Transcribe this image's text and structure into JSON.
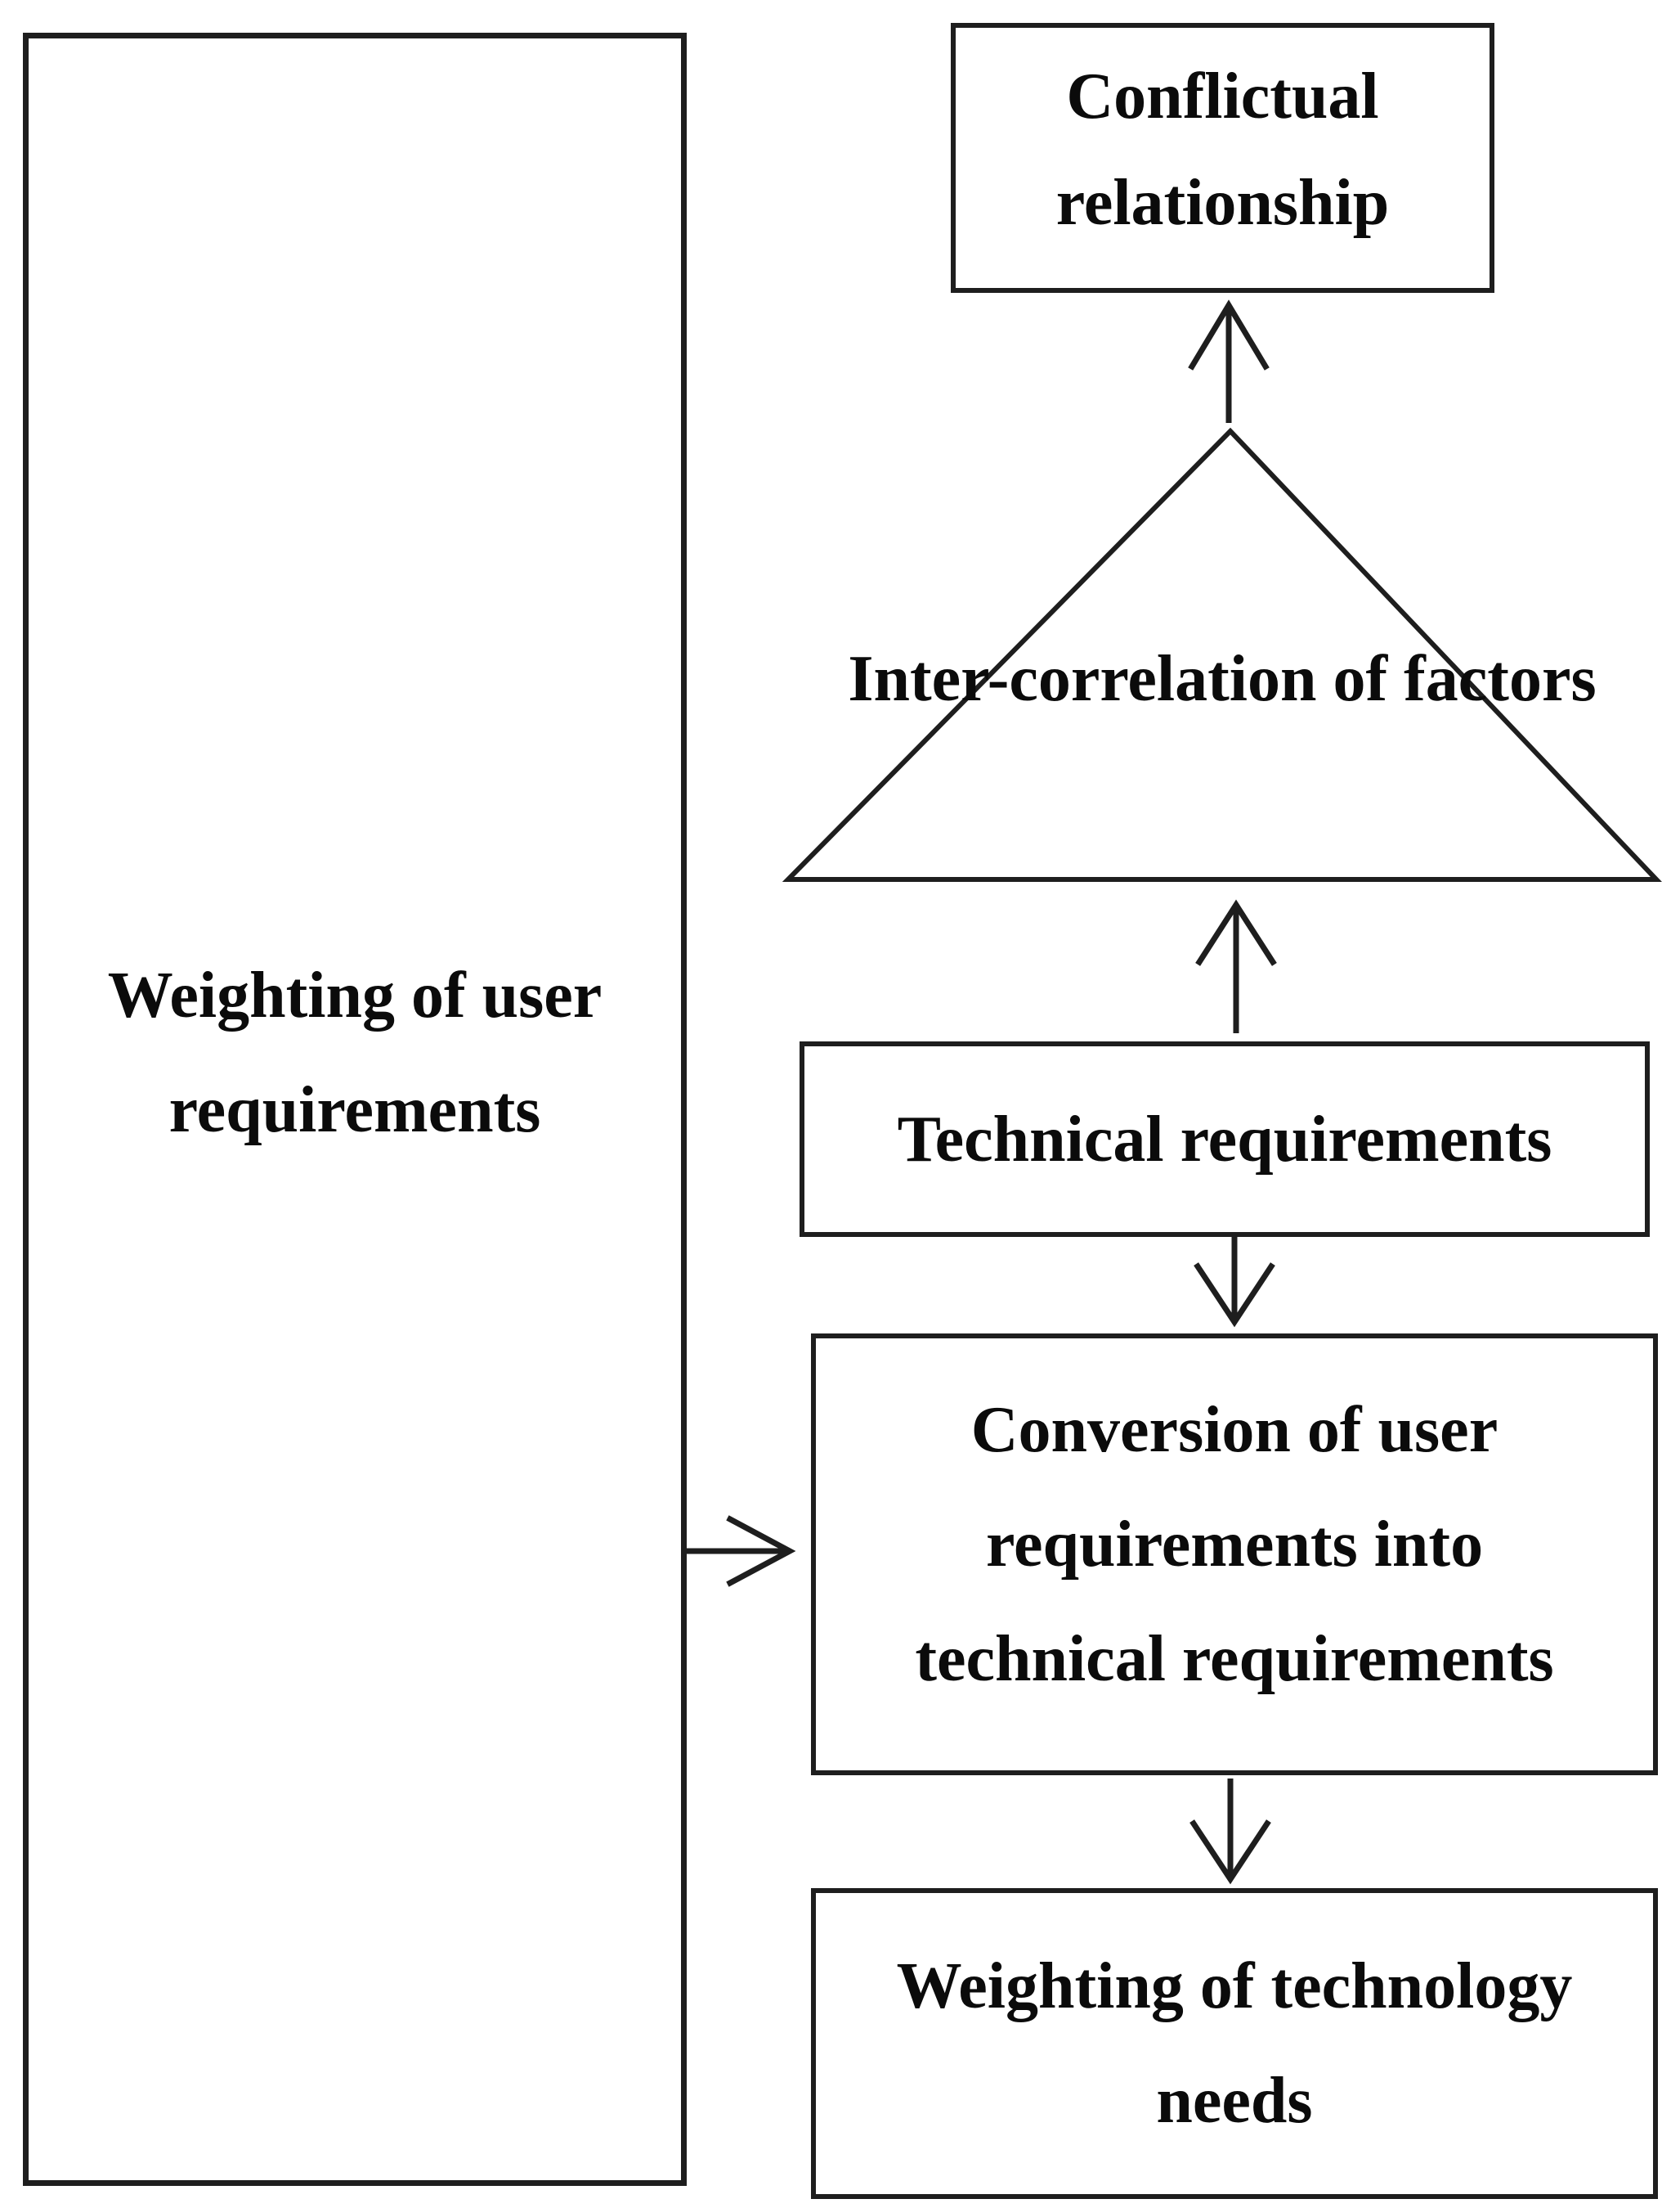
{
  "colors": {
    "line": "#1e1e1e",
    "text": "#0b0b0b",
    "background": "#ffffff"
  },
  "left_panel": {
    "line1": "Weighting of user",
    "line2": "requirements"
  },
  "conflictual": {
    "line1": "Conflictual",
    "line2": "relationship"
  },
  "correlation_triangle": {
    "line1": "Inter-correlation",
    "line2": "of factors"
  },
  "technical": {
    "line1": "Technical requirements"
  },
  "conversion": {
    "line1": "Conversion of user",
    "line2": "requirements into",
    "line3": "technical requirements"
  },
  "weighting_tech": {
    "line1": "Weighting of technology",
    "line2": "needs"
  }
}
